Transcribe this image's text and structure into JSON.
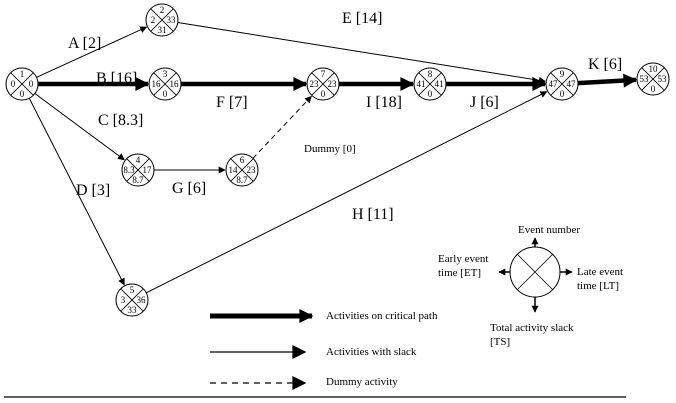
{
  "nodes": [
    {
      "id": "n1",
      "event": "1",
      "et": "0",
      "lt": "0",
      "ts": "0"
    },
    {
      "id": "n2",
      "event": "2",
      "et": "2",
      "lt": "33",
      "ts": "31"
    },
    {
      "id": "n3",
      "event": "3",
      "et": "16",
      "lt": "16",
      "ts": "0"
    },
    {
      "id": "n4",
      "event": "4",
      "et": "8.3",
      "lt": "17",
      "ts": "8.7"
    },
    {
      "id": "n5",
      "event": "5",
      "et": "3",
      "lt": "36",
      "ts": "33"
    },
    {
      "id": "n6",
      "event": "6",
      "et": "14",
      "lt": "23",
      "ts": "8.7"
    },
    {
      "id": "n7",
      "event": "7",
      "et": "23",
      "lt": "23",
      "ts": "0"
    },
    {
      "id": "n8",
      "event": "8",
      "et": "41",
      "lt": "41",
      "ts": "0"
    },
    {
      "id": "n9",
      "event": "9",
      "et": "47",
      "lt": "47",
      "ts": "0"
    },
    {
      "id": "n10",
      "event": "10",
      "et": "53",
      "lt": "53",
      "ts": "0"
    }
  ],
  "activities": [
    {
      "id": "A",
      "label": "A [2]",
      "from": "n1",
      "to": "n2",
      "type": "slack"
    },
    {
      "id": "B",
      "label": "B [16]",
      "from": "n1",
      "to": "n3",
      "type": "critical"
    },
    {
      "id": "C",
      "label": "C [8.3]",
      "from": "n1",
      "to": "n4",
      "type": "slack"
    },
    {
      "id": "D",
      "label": "D [3]",
      "from": "n1",
      "to": "n5",
      "type": "slack"
    },
    {
      "id": "E",
      "label": "E [14]",
      "from": "n2",
      "to": "n9",
      "type": "slack"
    },
    {
      "id": "F",
      "label": "F [7]",
      "from": "n3",
      "to": "n7",
      "type": "critical"
    },
    {
      "id": "G",
      "label": "G [6]",
      "from": "n4",
      "to": "n6",
      "type": "slack"
    },
    {
      "id": "Dm",
      "label": "Dummy [0]",
      "from": "n6",
      "to": "n7",
      "type": "dummy"
    },
    {
      "id": "H",
      "label": "H [11]",
      "from": "n5",
      "to": "n9",
      "type": "slack"
    },
    {
      "id": "I",
      "label": "I [18]",
      "from": "n7",
      "to": "n8",
      "type": "critical"
    },
    {
      "id": "J",
      "label": "J [6]",
      "from": "n8",
      "to": "n9",
      "type": "critical"
    },
    {
      "id": "K",
      "label": "K [6]",
      "from": "n9",
      "to": "n10",
      "type": "critical"
    }
  ],
  "key": {
    "event_number": "Event number",
    "early_event": [
      "Early event",
      "time [ET]"
    ],
    "late_event": [
      "Late event",
      "time [LT]"
    ],
    "total_slack": [
      "Total activity slack",
      "[TS]"
    ]
  },
  "legend": {
    "critical": "Activities on critical path",
    "slack": "Activities with slack",
    "dummy": "Dummy activity"
  }
}
